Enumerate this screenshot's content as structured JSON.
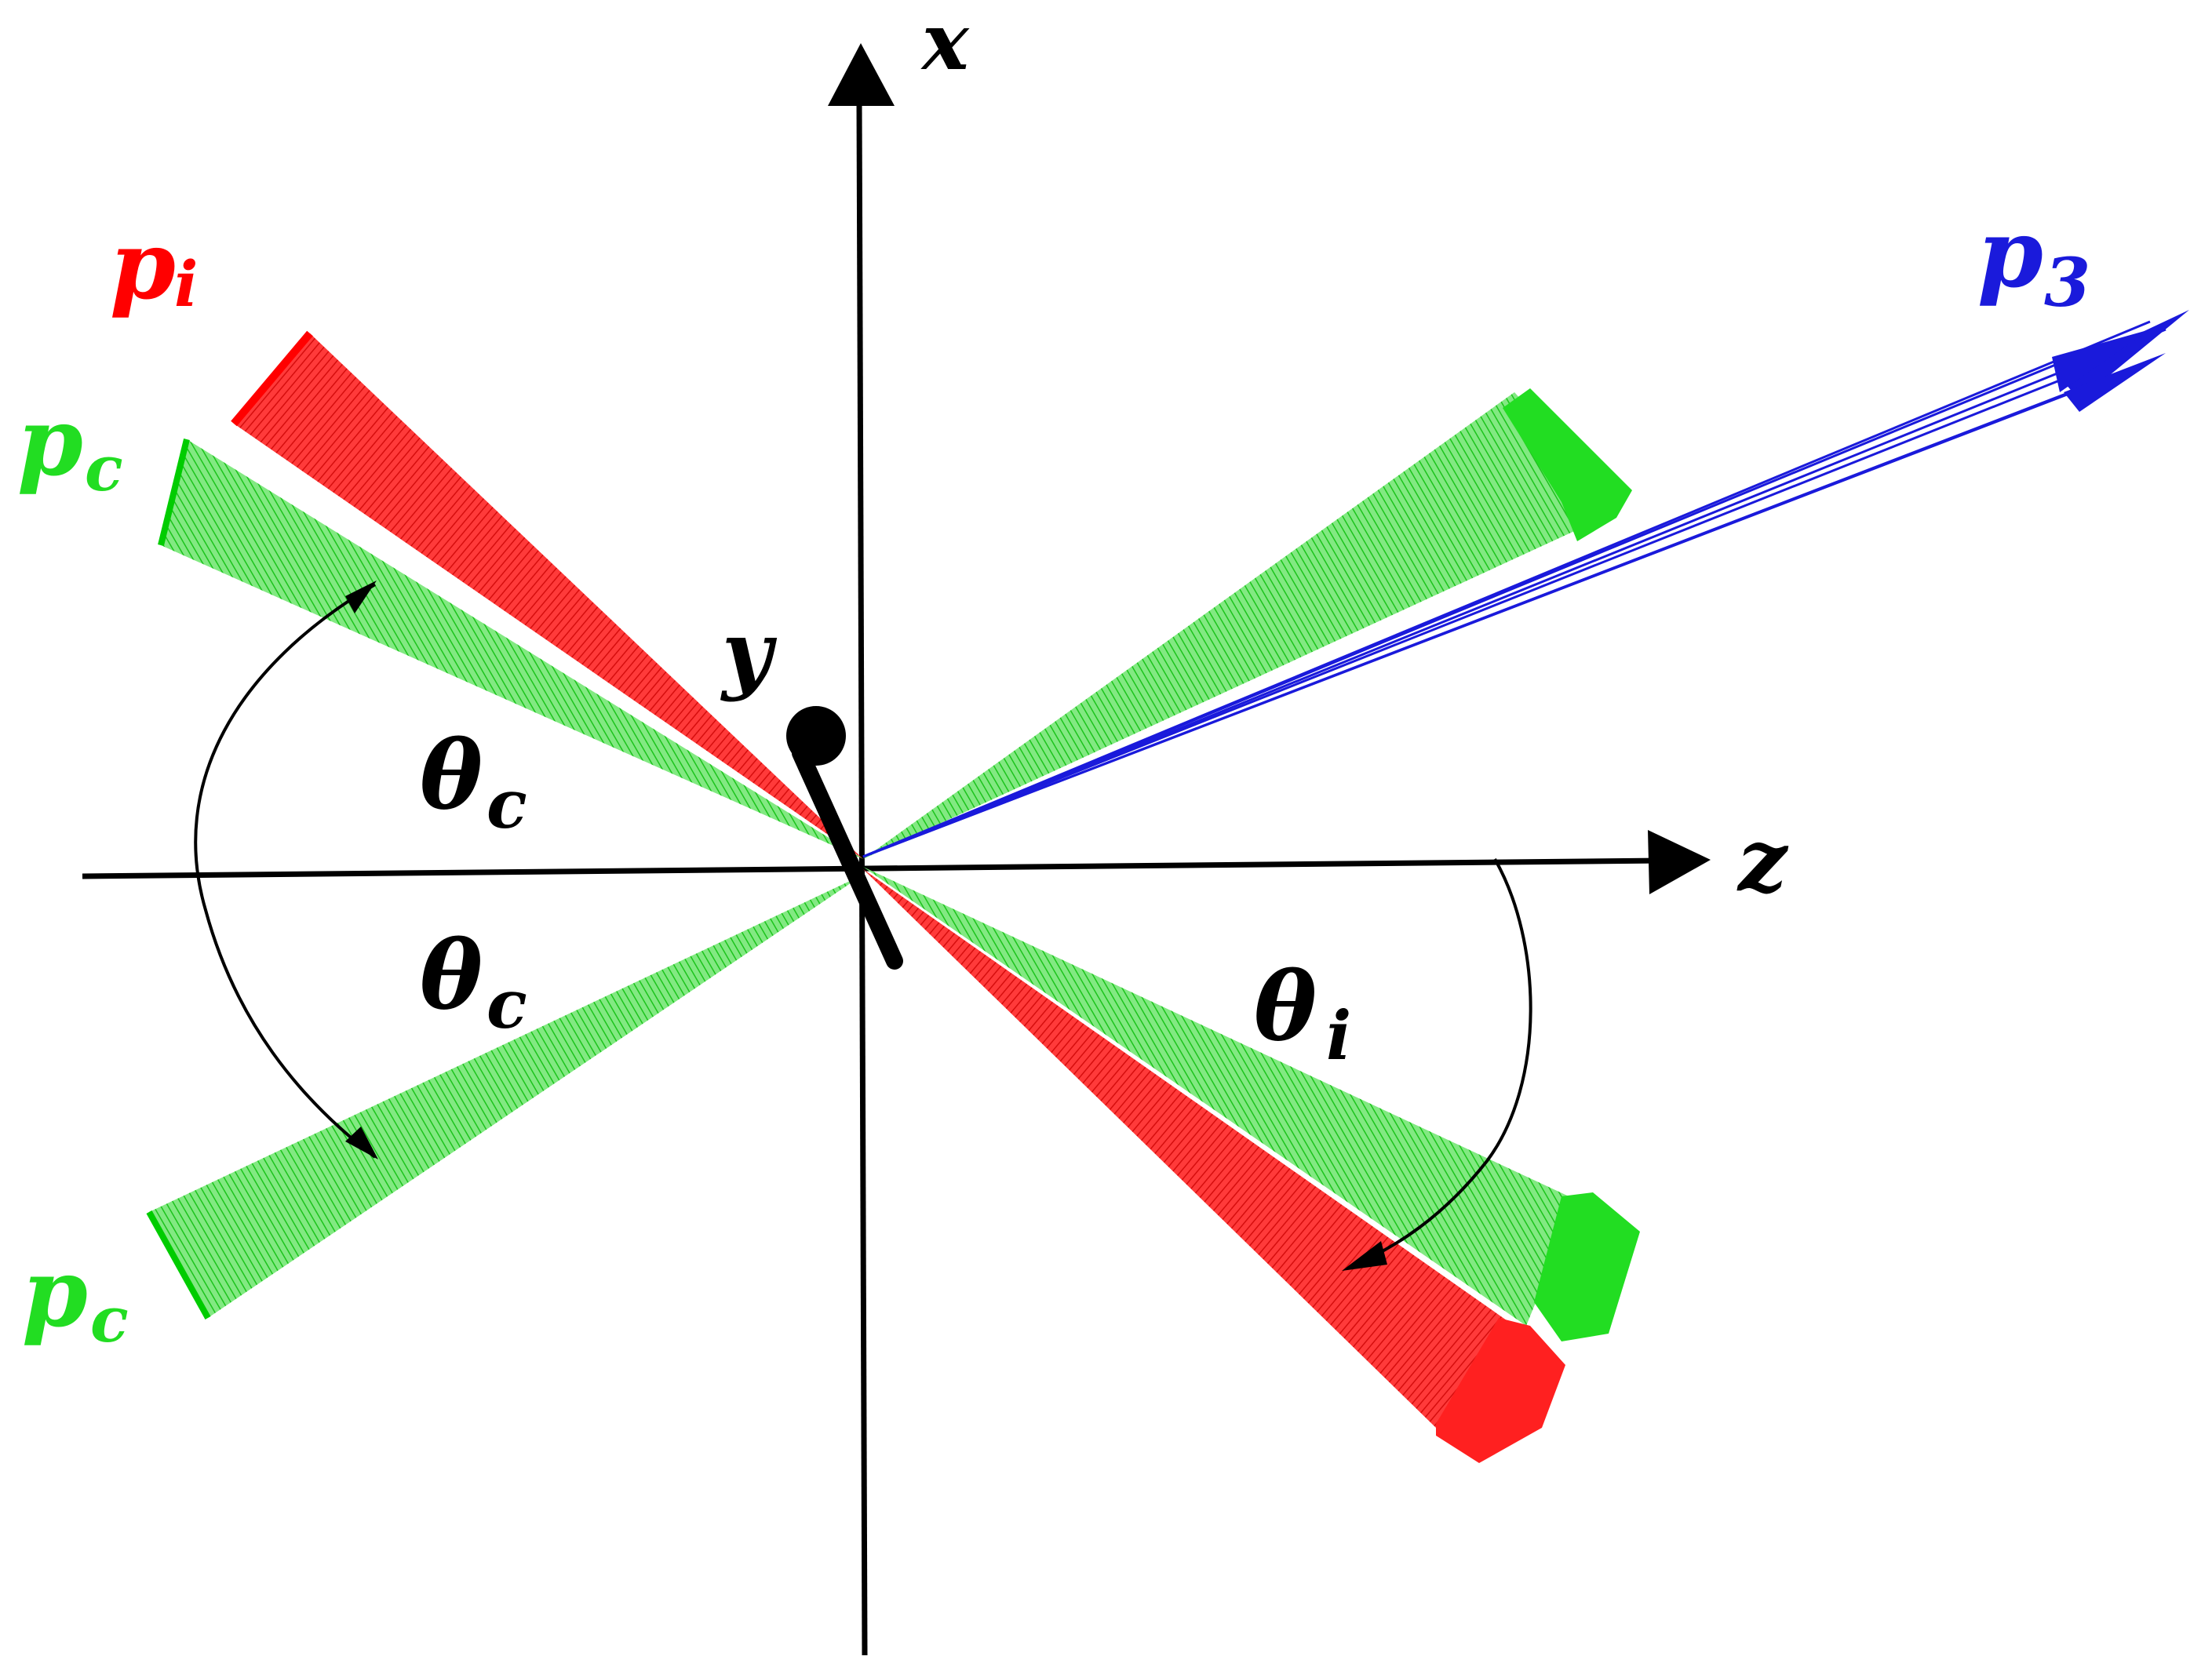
{
  "axes": {
    "x_label": "x",
    "y_label": "y",
    "z_label": "z"
  },
  "vectors": {
    "p_i": {
      "base": "p",
      "sub": "i",
      "color": "#ff0000"
    },
    "p_c_top": {
      "base": "p",
      "sub": "c",
      "color": "#00dd00"
    },
    "p_c_bottom": {
      "base": "p",
      "sub": "c",
      "color": "#00dd00"
    },
    "p_3": {
      "base": "p",
      "sub": "3",
      "color": "#0000dd"
    }
  },
  "angles": {
    "theta_c_upper": {
      "base": "θ",
      "sub": "c"
    },
    "theta_c_lower": {
      "base": "θ",
      "sub": "c"
    },
    "theta_i": {
      "base": "θ",
      "sub": "i"
    }
  },
  "colors": {
    "red_cone": "#ff0000",
    "green_cone": "#00cc00",
    "blue_rays": "#0000cc",
    "axis": "#000000"
  }
}
